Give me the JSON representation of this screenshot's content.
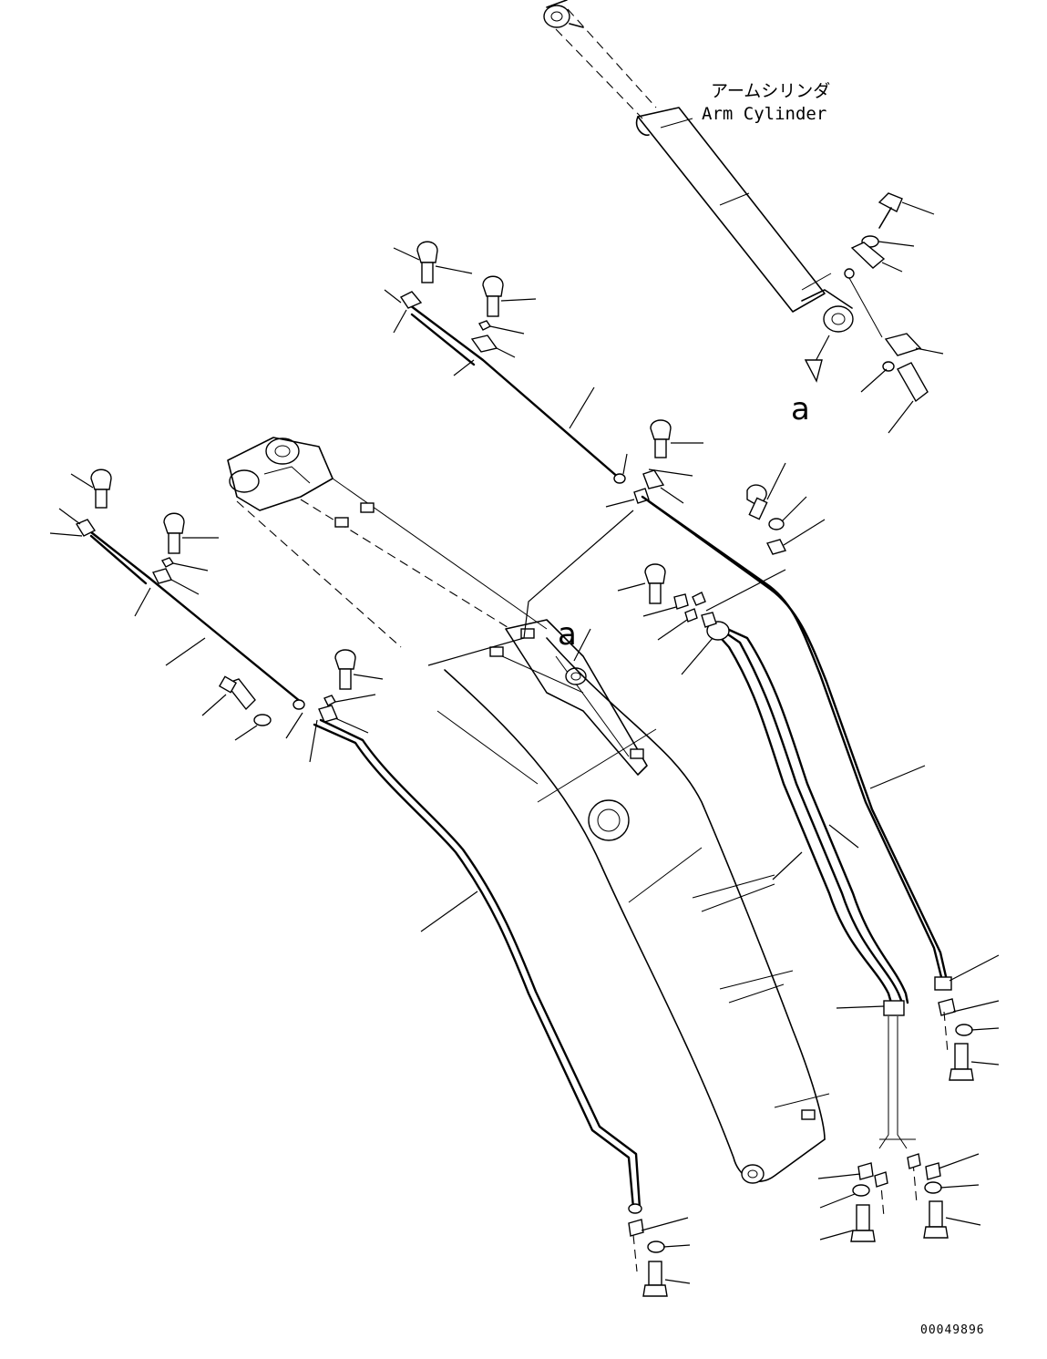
{
  "labels": {
    "arm_cylinder_jp": "アームシリンダ",
    "arm_cylinder_en": "Arm Cylinder",
    "view_marker_top": "a",
    "view_marker_boom": "a",
    "drawing_number": "00049896"
  }
}
